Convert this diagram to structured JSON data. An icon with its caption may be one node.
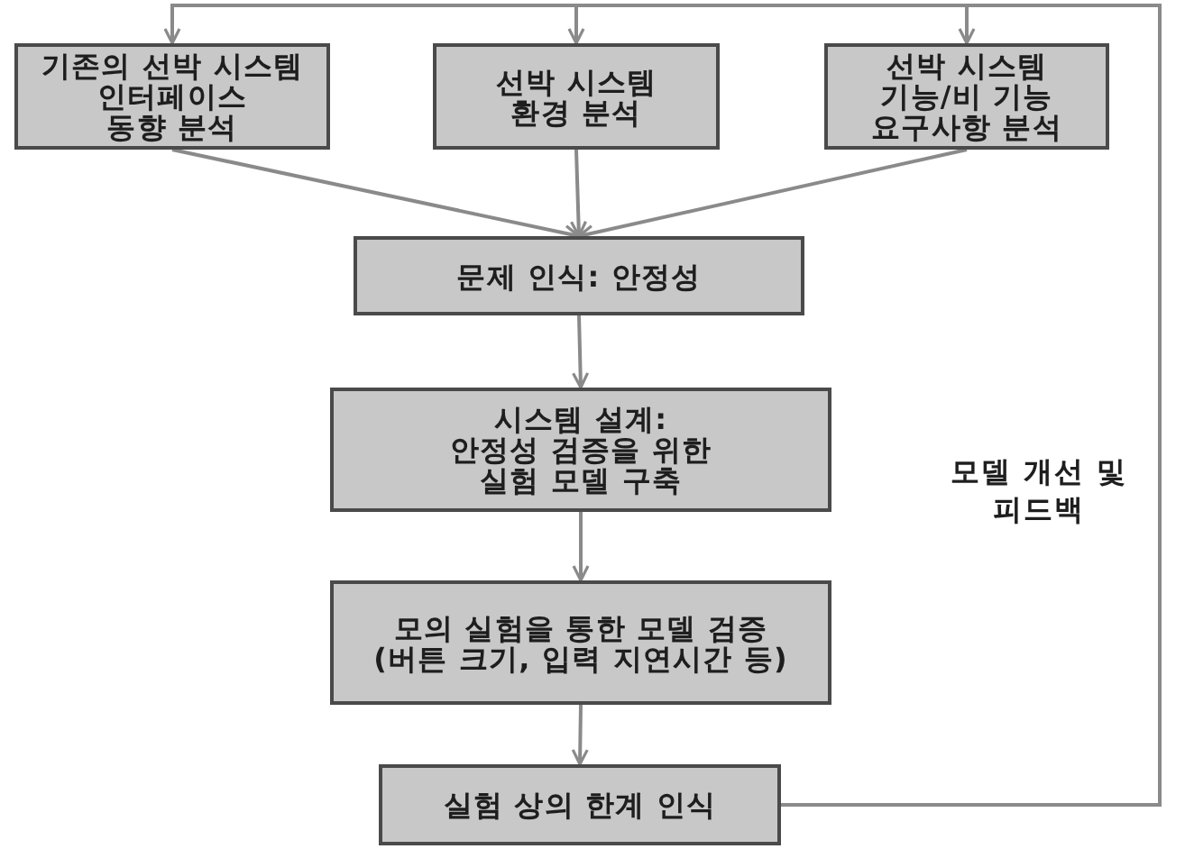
{
  "diagram": {
    "nodes": [
      {
        "text": [
          "기존의 선박 시스템 인터페이스 동향 분석"
        ]
      },
      {
        "text": [
          "선박 시스템 환경 분석"
        ]
      },
      {
        "text": [
          "선박 시스템 기능/비 기능 요구사항 분석"
        ]
      },
      {
        "text": [
          "문제 인식: 안정성"
        ]
      },
      {
        "text": [
          "시스템 설계: 안정성 검증을 위한 실험 모델 구축"
        ]
      },
      {
        "text": [
          "모의 실험을 통한 모델 검증 (버튼 크기, 입력 지연시간 등)"
        ]
      },
      {
        "text": [
          "실험 상의 한계 인식"
        ]
      }
    ],
    "edges": [
      {
        "from": 0,
        "to": 3,
        "arrow": "to"
      },
      {
        "from": 1,
        "to": 3,
        "arrow": "to"
      },
      {
        "from": 2,
        "to": 3,
        "arrow": "to"
      },
      {
        "from": 3,
        "to": 4,
        "arrow": "to"
      },
      {
        "from": 4,
        "to": 5,
        "arrow": "to"
      },
      {
        "from": 5,
        "to": 6,
        "arrow": "to"
      },
      {
        "from": 6,
        "to": 0,
        "arrow": "to"
      },
      {
        "from": 6,
        "to": 1,
        "arrow": "to"
      },
      {
        "from": 6,
        "to": 2,
        "arrow": "to"
      }
    ],
    "labels": [
      "모델 개선 및 피드백"
    ]
  }
}
